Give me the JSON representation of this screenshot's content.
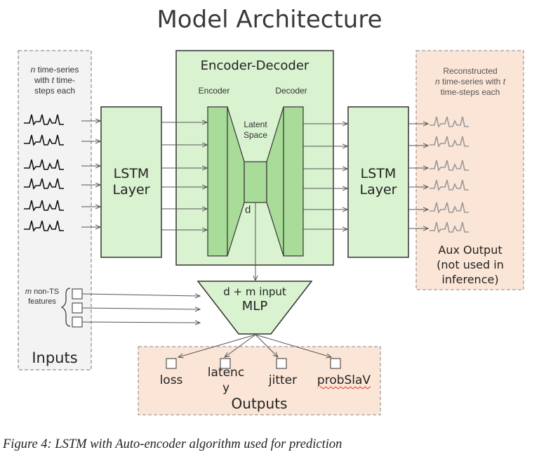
{
  "title": "Model Architecture",
  "inputs": {
    "ts_n": "n",
    "ts_text_1": " time-series",
    "ts_text_2": "with ",
    "ts_t": "t",
    "ts_text_3": " time-",
    "ts_text_4": "steps each",
    "nonts_m": "m",
    "nonts_text_1": " non-TS",
    "nonts_text_2": "features",
    "label": "Inputs"
  },
  "lstm_left": {
    "line1": "LSTM",
    "line2": "Layer"
  },
  "lstm_right": {
    "line1": "LSTM",
    "line2": "Layer"
  },
  "encoder_decoder": {
    "title": "Encoder-Decoder",
    "encoder": "Encoder",
    "decoder": "Decoder",
    "latent_line1": "Latent",
    "latent_line2": "Space",
    "d": "d"
  },
  "mlp": {
    "input_label": "d + m input",
    "label": "MLP"
  },
  "aux": {
    "rec_line1": "Reconstructed",
    "rec_n": "n",
    "rec_line2": " time-series with ",
    "rec_t": "t",
    "rec_line3": "time-steps each",
    "out_line1": "Aux Output",
    "out_line2": "(not used in",
    "out_line3": "inference)"
  },
  "outputs": {
    "items": [
      "loss",
      "latency",
      "jitter",
      "probSlaV"
    ],
    "latency_line1": "latenc",
    "latency_line2": "y",
    "label": "Outputs"
  },
  "caption": "Figure 4: LSTM with Auto-encoder algorithm used for prediction",
  "colors": {
    "green_fill": "#d9f2d0",
    "green_dark": "#a9dc99",
    "green_stroke": "#3c3c3c",
    "inputs_bg": "#f3f3f3",
    "orange_bg": "#fbe5d6",
    "reconstructed_wave": "#999999"
  }
}
